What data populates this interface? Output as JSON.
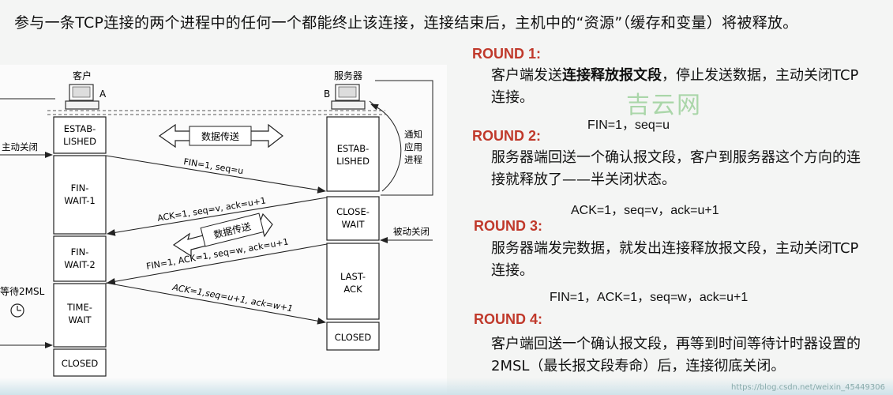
{
  "intro": "参与一条TCP连接的两个进程中的任何一个都能终止该连接，连接结束后，主机中的“资源”（缓存和变量）将被释放。",
  "diagram": {
    "client_label": "客户",
    "client_letter": "A",
    "server_label": "服务器",
    "server_letter": "B",
    "active_close": "主动关闭",
    "notify_app": [
      "通知",
      "应用",
      "进程"
    ],
    "passive_close": "被动关闭",
    "wait_2msl": "等待2MSL",
    "data_transfer_1": "数据传送",
    "data_transfer_2": "数据传送",
    "client_states": [
      "ESTAB-",
      "LISHED",
      "FIN-",
      "WAIT-1",
      "FIN-",
      "WAIT-2",
      "TIME-",
      "WAIT",
      "CLOSED"
    ],
    "server_states": [
      "ESTAB-",
      "LISHED",
      "CLOSE-",
      "WAIT",
      "LAST-",
      "ACK",
      "CLOSED"
    ],
    "msg1": "FIN=1, seq=u",
    "msg2": "ACK=1, seq=v, ack=u+1",
    "msg3": "FIN=1, ACK=1, seq=w, ack=u+1",
    "msg4": "ACK=1,seq=u+1, ack=w+1"
  },
  "rounds": [
    {
      "title": "ROUND 1:",
      "body_pre": "客户端发送",
      "body_bold": "连接释放报文段",
      "body_post": "，停止发送数据，主动关闭TCP连接。",
      "formula": "FIN=1，seq=u"
    },
    {
      "title": "ROUND 2:",
      "body_pre": "服务器端回送一个确认报文段，客户到服务器这个方向的连接就释放了——半关闭状态。",
      "body_bold": "",
      "body_post": "",
      "formula": "ACK=1，seq=v，ack=u+1"
    },
    {
      "title": "ROUND 3:",
      "body_pre": "服务器端发完数据，就发出连接释放报文段，主动关闭TCP连接。",
      "body_bold": "",
      "body_post": "",
      "formula": "FIN=1，ACK=1，seq=w，ack=u+1"
    },
    {
      "title": "ROUND 4:",
      "body_pre": "客户端回送一个确认报文段，再等到时间等待计时器设置的2MSL（最长报文段寿命）后，连接彻底关闭。",
      "body_bold": "",
      "body_post": "",
      "formula": ""
    }
  ],
  "watermark": "吉云网",
  "footer_url": "https://blog.csdn.net/weixin_45449306"
}
